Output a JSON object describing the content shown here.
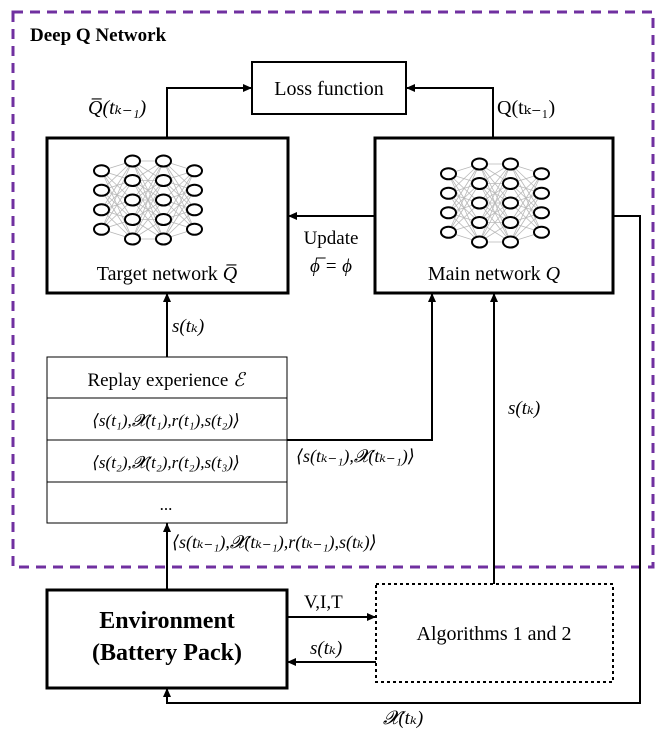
{
  "title": "Deep Q Network",
  "boxes": {
    "loss": "Loss function",
    "target": "Target network",
    "target_symbol": "Q̅",
    "main": "Main network",
    "main_symbol": "Q",
    "replay_header": "Replay experience",
    "replay_symbol": "ℰ",
    "replay_rows": [
      "⟨s(t₁),𝓧(t₁),r(t₁),s(t₂)⟩",
      "⟨s(t₂),𝓧(t₂),r(t₂),s(t₃)⟩",
      "..."
    ],
    "environment_line1": "Environment",
    "environment_line2": "(Battery Pack)",
    "algorithms": "Algorithms 1 and 2"
  },
  "labels": {
    "q_bar_prev": "Q̅(tₖ₋₁)",
    "q_prev": "Q(tₖ₋₁)",
    "update": "Update",
    "update_eq": "ϕ̅ = ϕ",
    "s_tk_left": "s(tₖ)",
    "s_tk_right": "s(tₖ)",
    "s_x_prev": "⟨s(tₖ₋₁),𝓧(tₖ₋₁)⟩",
    "tuple_prev": "⟨s(tₖ₋₁),𝓧(tₖ₋₁),r(tₖ₋₁),s(tₖ)⟩",
    "vit": "V,I,T",
    "s_tk_env": "s(tₖ)",
    "x_tk": "𝓧(tₖ)"
  },
  "colors": {
    "dashed_border": "#7030a0",
    "stroke": "#000000",
    "net_node": "#000000",
    "net_edge": "#b8b8b8"
  }
}
